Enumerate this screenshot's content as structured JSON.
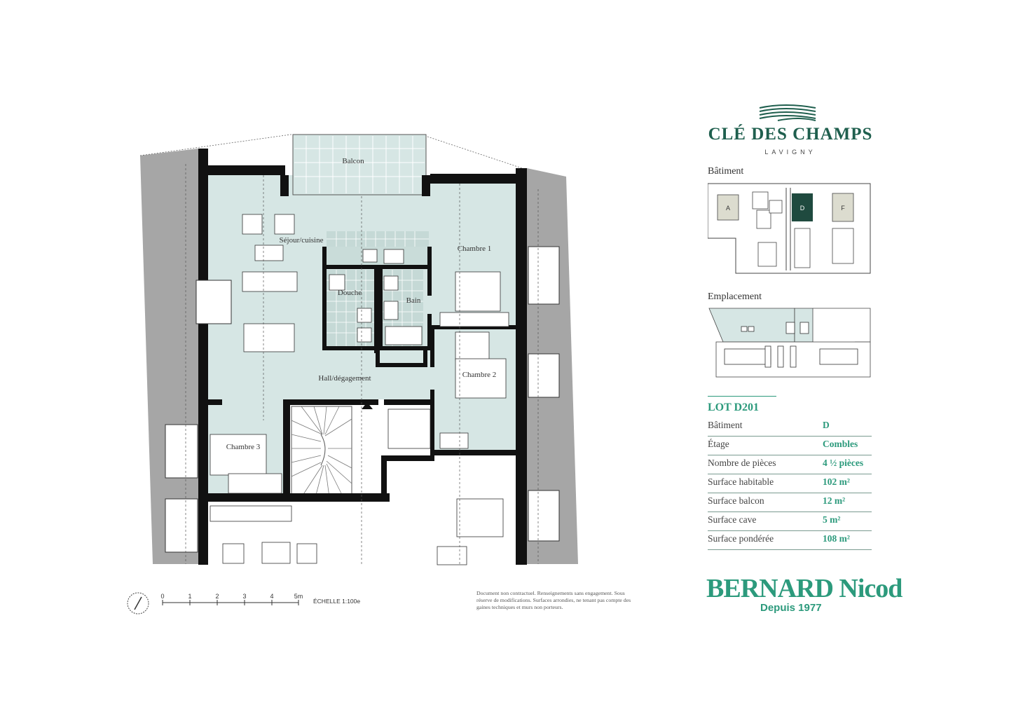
{
  "brand": {
    "title": "CLÉ DES CHAMPS",
    "subtitle": "LAVIGNY"
  },
  "rooms": {
    "balcon": "Balcon",
    "sejour": "Séjour/cuisine",
    "chambre1": "Chambre 1",
    "douche": "Douche",
    "bain": "Bain",
    "hall": "Hall/dégagement",
    "chambre2": "Chambre 2",
    "chambre3": "Chambre 3"
  },
  "batiment_section": {
    "label": "Bâtiment",
    "blocks": [
      "A",
      "D",
      "F"
    ],
    "highlight": "D"
  },
  "emplacement_section": {
    "label": "Emplacement"
  },
  "lot": {
    "title": "LOT D201",
    "specs": [
      {
        "label": "Bâtiment",
        "value": "D"
      },
      {
        "label": "Étage",
        "value": "Combles"
      },
      {
        "label": "Nombre de pièces",
        "value": "4 ½ pièces"
      },
      {
        "label": "Surface habitable",
        "value": "102 m²"
      },
      {
        "label": "Surface balcon",
        "value": "12 m²"
      },
      {
        "label": "Surface cave",
        "value": "5 m²"
      },
      {
        "label": "Surface pondérée",
        "value": "108 m²"
      }
    ]
  },
  "scale": {
    "ticks": [
      "0",
      "1",
      "2",
      "3",
      "4",
      "5m"
    ],
    "label": "ÉCHELLE 1:100e"
  },
  "disclaimer": "Document non contractuel. Renseignements sans engagement. Sous réserve de modifications. Surfaces arrondies, ne tenant pas compte des gaines techniques et murs non porteurs.",
  "company": {
    "name": "BERNARD Nicod",
    "since": "Depuis 1977"
  },
  "colors": {
    "apartment_fill": "#d6e6e4",
    "wall": "#111111",
    "roof": "#a9a9a9",
    "accent": "#2c9a7c",
    "brand_dark": "#1f5f4e",
    "highlight_block": "#1f4a3f"
  }
}
